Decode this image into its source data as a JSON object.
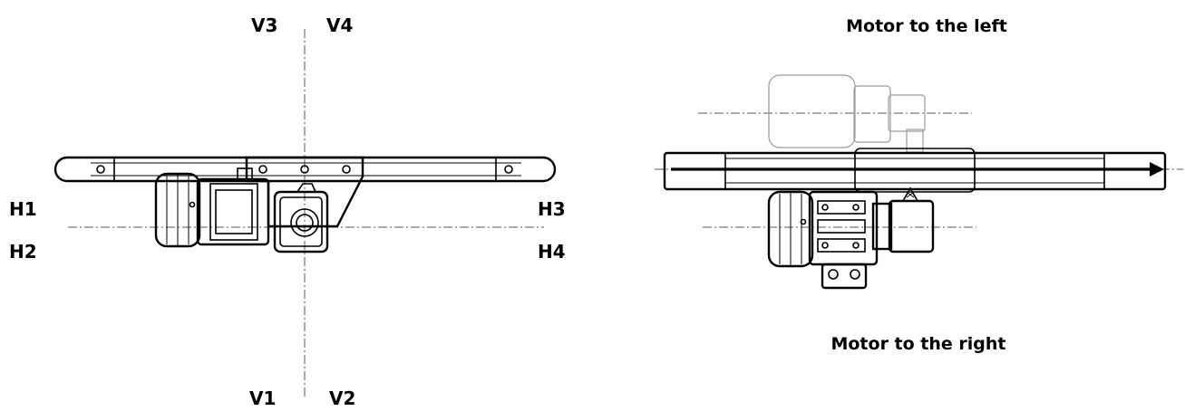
{
  "left_view": {
    "labels": {
      "v3": "V3",
      "v4": "V4",
      "h1": "H1",
      "h2": "H2",
      "h3": "H3",
      "h4": "H4",
      "v1": "V1",
      "v2": "V2"
    }
  },
  "right_view": {
    "caption_top": "Motor to the left",
    "caption_bottom": "Motor to the right"
  }
}
